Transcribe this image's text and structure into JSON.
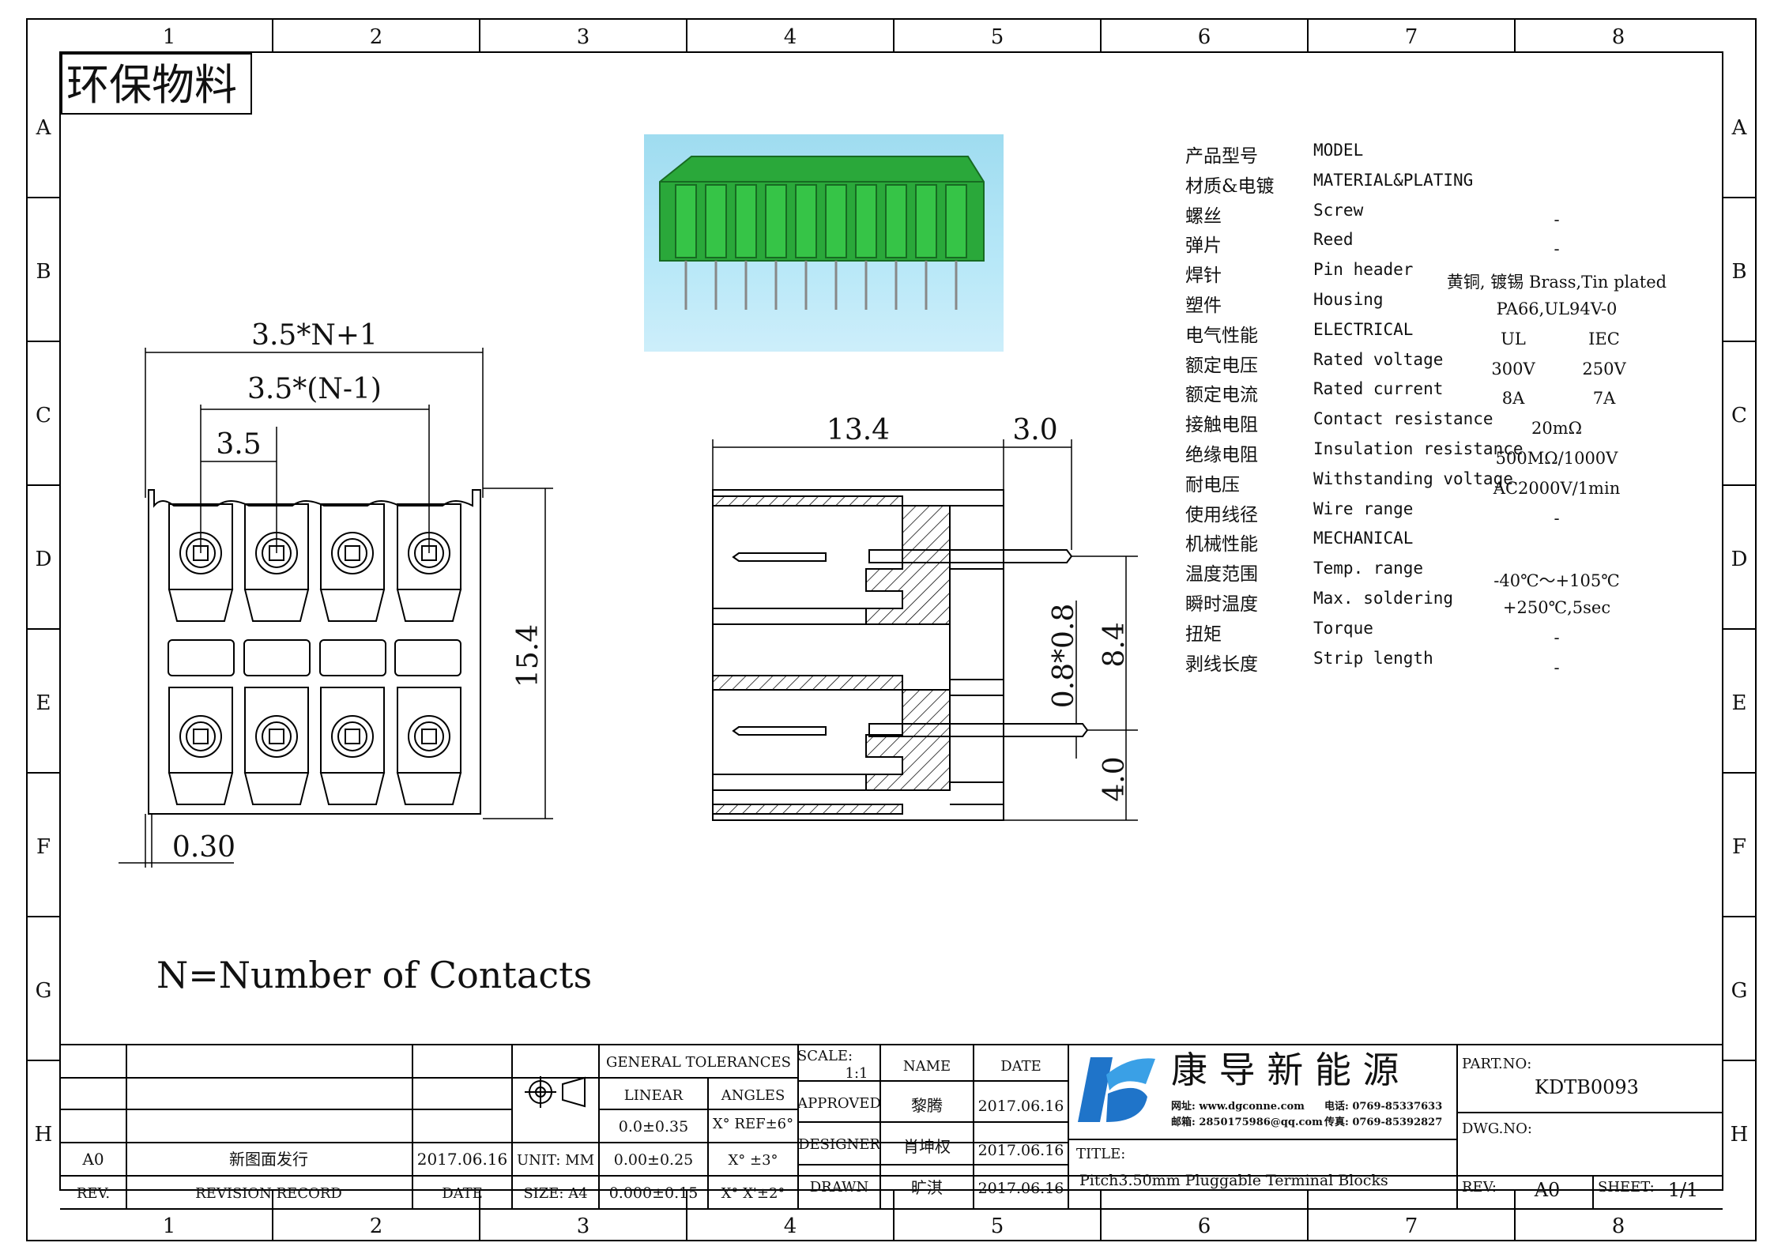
{
  "frame": {
    "col_labels": [
      "1",
      "2",
      "3",
      "4",
      "5",
      "6",
      "7",
      "8"
    ],
    "row_labels": [
      "A",
      "B",
      "C",
      "D",
      "E",
      "F",
      "G",
      "H"
    ]
  },
  "eco_label": "环保物料",
  "notes": {
    "n_definition": "N=Number of Contacts"
  },
  "dims_front": {
    "overall": "3.5*N+1",
    "span": "3.5*(N-1)",
    "pitch": "3.5",
    "height": "15.4",
    "offset": "0.30"
  },
  "dims_side": {
    "body": "13.4",
    "pin": "3.0",
    "pin_pitch": "8.4",
    "pin_size": "0.8*0.8",
    "pin_bottom": "4.0"
  },
  "specs": [
    {
      "cn": "产品型号",
      "en": "MODEL",
      "v1": "",
      "v2": ""
    },
    {
      "cn": "材质&电镀",
      "en": "MATERIAL&PLATING",
      "v1": "",
      "v2": ""
    },
    {
      "cn": "螺丝",
      "en": "Screw",
      "v1": "-",
      "v2": ""
    },
    {
      "cn": "弹片",
      "en": "Reed",
      "v1": "-",
      "v2": ""
    },
    {
      "cn": "焊针",
      "en": "Pin header",
      "v1": "黄铜, 镀锡 Brass,Tin plated",
      "v2": ""
    },
    {
      "cn": "塑件",
      "en": "Housing",
      "v1": "PA66,UL94V-0",
      "v2": ""
    },
    {
      "cn": "电气性能",
      "en": "ELECTRICAL",
      "v1": "UL",
      "v2": "IEC"
    },
    {
      "cn": "额定电压",
      "en": "Rated voltage",
      "v1": "300V",
      "v2": "250V"
    },
    {
      "cn": "额定电流",
      "en": "Rated current",
      "v1": "8A",
      "v2": "7A"
    },
    {
      "cn": "接触电阻",
      "en": "Contact resistance",
      "v1": "20mΩ",
      "v2": ""
    },
    {
      "cn": "绝缘电阻",
      "en": "Insulation resistance",
      "v1": "500MΩ/1000V",
      "v2": ""
    },
    {
      "cn": "耐电压",
      "en": "Withstanding voltage",
      "v1": "AC2000V/1min",
      "v2": ""
    },
    {
      "cn": "使用线径",
      "en": "Wire range",
      "v1": "-",
      "v2": ""
    },
    {
      "cn": "机械性能",
      "en": "MECHANICAL",
      "v1": "",
      "v2": ""
    },
    {
      "cn": "温度范围",
      "en": "Temp. range",
      "v1": "-40℃～+105℃",
      "v2": ""
    },
    {
      "cn": "瞬时温度",
      "en": "Max. soldering",
      "v1": "+250℃,5sec",
      "v2": ""
    },
    {
      "cn": "扭矩",
      "en": "Torque",
      "v1": "-",
      "v2": ""
    },
    {
      "cn": "剥线长度",
      "en": "Strip length",
      "v1": "-",
      "v2": ""
    }
  ],
  "title_block": {
    "revision": {
      "rev": "A0",
      "record": "新图面发行",
      "date": "2017.06.16"
    },
    "rev_headers": {
      "rev": "REV.",
      "record": "REVISION RECORD",
      "date": "DATE"
    },
    "unit": "UNIT: MM",
    "size": "SIZE: A4",
    "tolerance_title": "GENERAL TOLERANCES",
    "linear_label": "LINEAR",
    "angles_label": "ANGLES",
    "tol_linear": [
      "0.0±0.35",
      "0.00±0.25",
      "0.000±0.15"
    ],
    "tol_angles": [
      "X° REF±6°",
      "X° ±3°",
      "X° X'±2°"
    ],
    "scale_label": "SCALE:",
    "scale_value": "1:1",
    "name_header": "NAME",
    "date_header": "DATE",
    "approved": {
      "role": "APPROVED",
      "name": "黎腾",
      "date": "2017.06.16"
    },
    "designer": {
      "role": "DESIGNER",
      "name": "肖坤权",
      "date": "2017.06.16"
    },
    "drawn": {
      "role": "DRAWN",
      "name": "旷淇",
      "date": "2017.06.16"
    },
    "company_name": "康 导 新 能 源",
    "company_web": "网址: www.dgconne.com",
    "company_tel": "电话: 0769-85337633",
    "company_mail": "邮箱: 2850175986@qq.com",
    "company_fax": "传真: 0769-85392827",
    "title_label": "TITLE:",
    "title_value": "Pitch3.50mm Pluggable Terminal Blocks",
    "part_no_label": "PART.NO:",
    "part_no": "KDTB0093",
    "dwg_no_label": "DWG.NO:",
    "rev_label": "REV:",
    "rev_value": "A0",
    "sheet_label": "SHEET:",
    "sheet_value": "1/1"
  }
}
